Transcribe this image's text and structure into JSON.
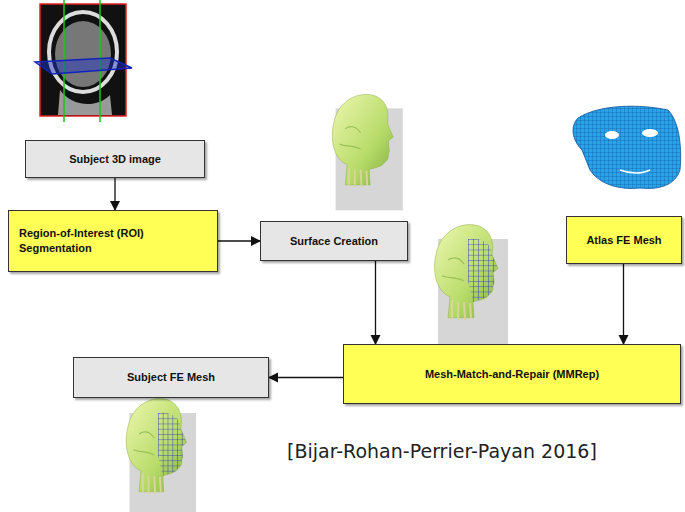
{
  "diagram": {
    "nodes": [
      {
        "text": [
          "Subject 3D image"
        ]
      },
      {
        "text": [
          "Region-of-Interest (ROI) Segmentation"
        ]
      },
      {
        "text": [
          "Surface Creation"
        ]
      },
      {
        "text": [
          "Atlas FE Mesh"
        ]
      },
      {
        "text": [
          "Mesh-Match-and-Repair (MMRep)"
        ]
      },
      {
        "text": [
          "Subject FE Mesh"
        ]
      }
    ],
    "edges": [
      {
        "from": 0,
        "to": 1,
        "arrow": "to"
      },
      {
        "from": 1,
        "to": 2,
        "arrow": "to"
      },
      {
        "from": 2,
        "to": 4,
        "arrow": "to"
      },
      {
        "from": 3,
        "to": 4,
        "arrow": "to"
      },
      {
        "from": 4,
        "to": 5,
        "arrow": "to"
      }
    ],
    "labels": [
      "[Bijar-Rohan-Perrier-Payan 2016]"
    ]
  }
}
